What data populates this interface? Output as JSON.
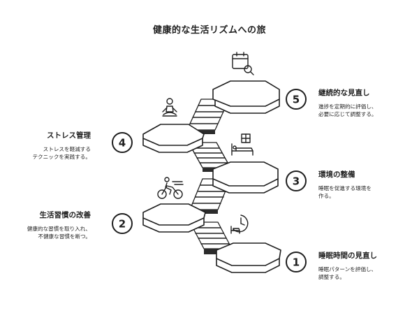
{
  "title": "健康的な生活リズムへの旅",
  "steps": [
    {
      "number": "1",
      "heading": "睡眠時間の見直し",
      "description": "睡眠パターンを評価し、\n調整する。",
      "icon": "bed-clock-icon"
    },
    {
      "number": "2",
      "heading": "生活習慣の改善",
      "description": "健康的な習慣を取り入れ、\n不健康な習慣を断つ。",
      "icon": "cyclist-icon"
    },
    {
      "number": "3",
      "heading": "環境の整備",
      "description": "睡眠を促進する環境を\n作る。",
      "icon": "bedroom-icon"
    },
    {
      "number": "4",
      "heading": "ストレス管理",
      "description": "ストレスを軽減する\nテクニックを実践する。",
      "icon": "meditation-icon"
    },
    {
      "number": "5",
      "heading": "継続的な見直し",
      "description": "進捗を定期的に評価し、\n必要に応じて調整する。",
      "icon": "calendar-search-icon"
    }
  ]
}
